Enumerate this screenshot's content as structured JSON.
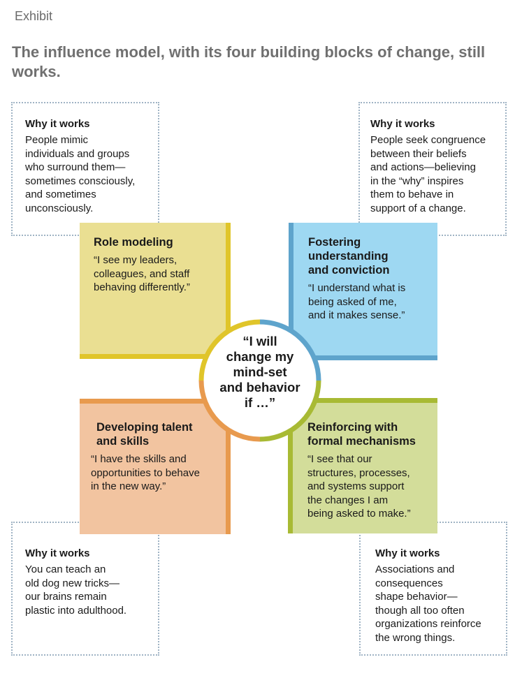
{
  "header": {
    "exhibit_label": "Exhibit",
    "title": "The influence model, with its four building blocks of change, still works."
  },
  "colors": {
    "role_modeling": "#eadf92",
    "role_modeling_edge": "#e0c52a",
    "fostering": "#9ed8f2",
    "fostering_edge": "#5ea4cc",
    "developing": "#f2c4a0",
    "developing_edge": "#e89a4e",
    "reinforcing": "#d3dd9a",
    "reinforcing_edge": "#a8ba34",
    "dotted_border": "#9fb3c4"
  },
  "why_boxes": {
    "top_left": {
      "title": "Why it works",
      "text": "People mimic\nindividuals and groups\nwho surround them—\nsometimes consciously,\nand sometimes\nunconsciously."
    },
    "top_right": {
      "title": "Why it works",
      "text": "People seek congruence\nbetween their beliefs\nand actions—believing\nin the “why” inspires\nthem to behave in\nsupport of a change."
    },
    "bottom_left": {
      "title": "Why it works",
      "text": "You can teach an\nold dog new tricks—\nour brains remain\nplastic into adulthood."
    },
    "bottom_right": {
      "title": "Why it works",
      "text": "Associations and\nconsequences\nshape behavior—\nthough all too often\norganizations reinforce\nthe wrong things."
    }
  },
  "blocks": {
    "role_modeling": {
      "title": "Role modeling",
      "quote": "“I see my leaders,\ncolleagues, and staff\nbehaving differently.”"
    },
    "fostering": {
      "title": "Fostering\nunderstanding\nand conviction",
      "quote": "“I understand what is\nbeing asked of me,\nand it makes sense.”"
    },
    "developing": {
      "title": "Developing talent\nand skills",
      "quote": "“I have the skills and\nopportunities to behave\nin the new way.”"
    },
    "reinforcing": {
      "title": "Reinforcing with\nformal mechanisms",
      "quote": "“I see that our\nstructures, processes,\nand systems support\nthe changes I am\nbeing asked to make.”"
    }
  },
  "center": {
    "text": "“I will\nchange my\nmind-set\nand behavior\nif …”"
  }
}
